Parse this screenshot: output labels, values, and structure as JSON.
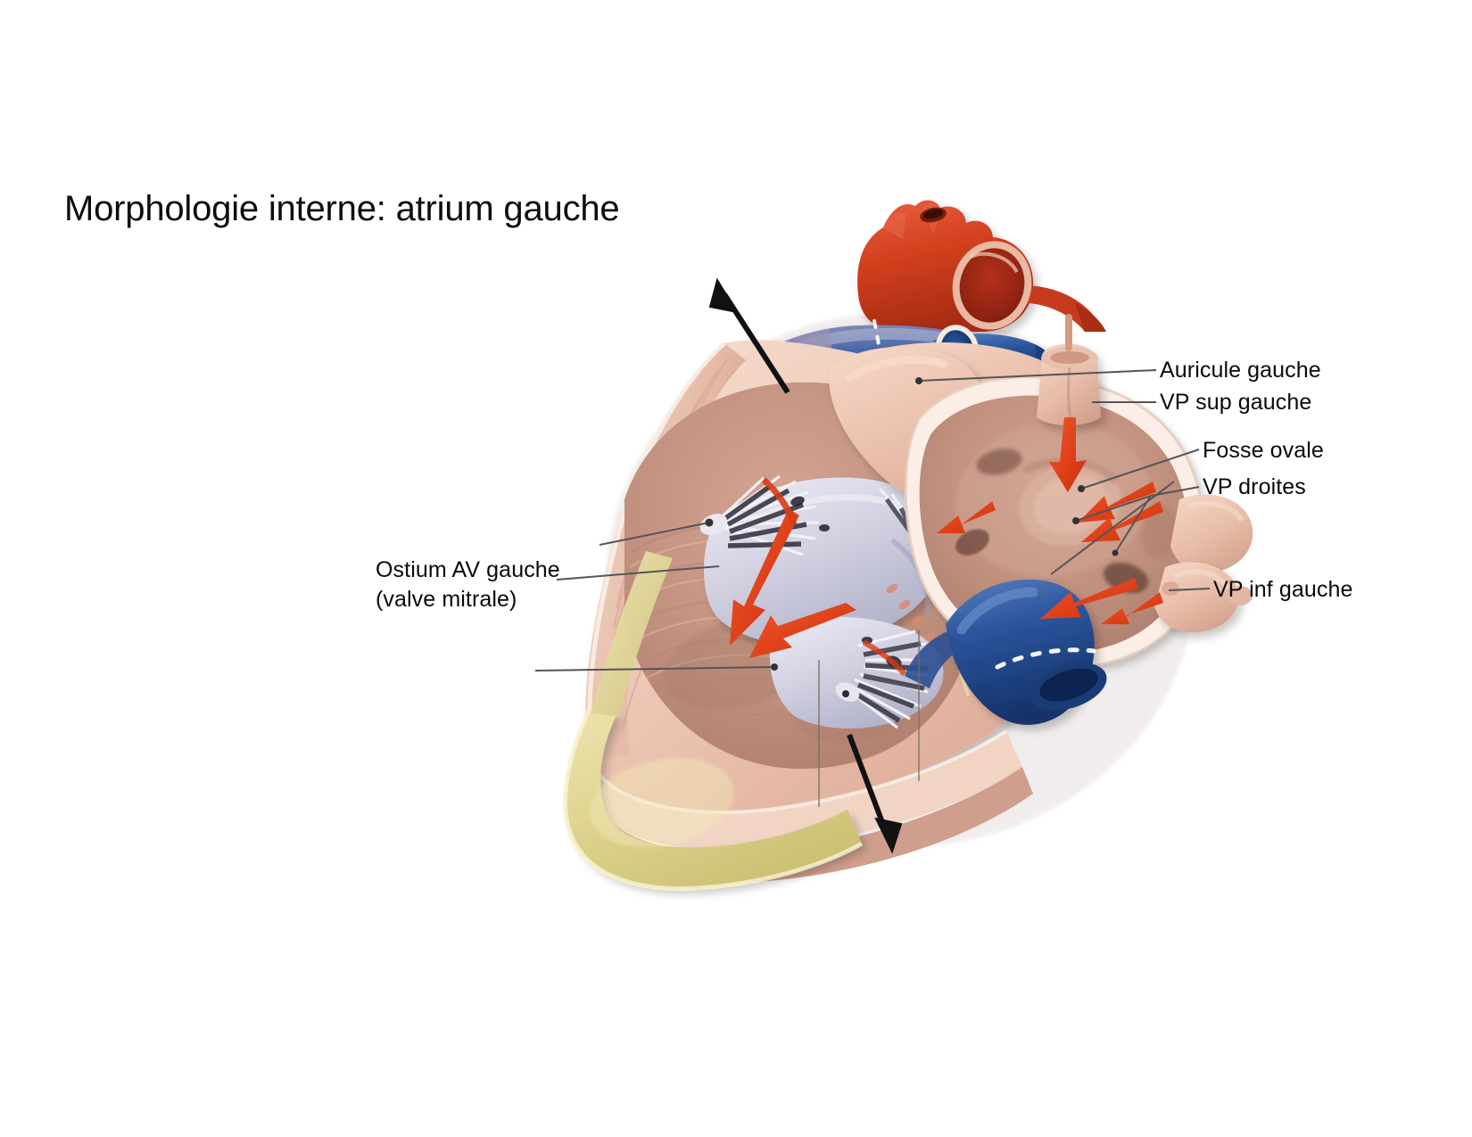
{
  "slide": {
    "title": "Morphologie interne: atrium gauche",
    "background_color": "#ffffff",
    "text_color": "#0a0a0a"
  },
  "labels": {
    "auricule_gauche": "Auricule gauche",
    "vp_sup_gauche": "VP sup gauche",
    "fosse_ovale": "Fosse ovale",
    "vp_droites": "VP droites",
    "vp_inf_gauche": "VP inf gauche",
    "ostium_av_gauche": "Ostium AV gauche",
    "valve_mitrale": "(valve mitrale)"
  },
  "figure": {
    "description": "Coupe anatomique du coeur montrant l'interieur de l'atrium gauche et du ventricule gauche",
    "colors": {
      "aorta": "#d9442a",
      "aorta_dark": "#b02e19",
      "pulmonary_artery": "#2f5fa8",
      "vein_blue": "#1f4e90",
      "vein_blue_dark": "#163a6b",
      "myocardium": "#d6a392",
      "myocardium_light": "#efc9b8",
      "endocardium": "#c99a89",
      "atrium_interior": "#c39283",
      "valve_leaflet": "#c9c9dc",
      "valve_leaflet_light": "#e3e3ee",
      "epicardial_fat": "#ddd59a",
      "epicardial_fat_dark": "#cfc681",
      "flow_arrow": "#e03b16",
      "pointer_arrow": "#1a1a1a",
      "leader_line": "#4a4a4a"
    },
    "flow_arrows_count": 8,
    "pointer_arrows": [
      {
        "name": "arrow-up-left-ventricle-wall",
        "direction": "up"
      },
      {
        "name": "arrow-down-left-ventricle-apex",
        "direction": "down"
      }
    ]
  }
}
